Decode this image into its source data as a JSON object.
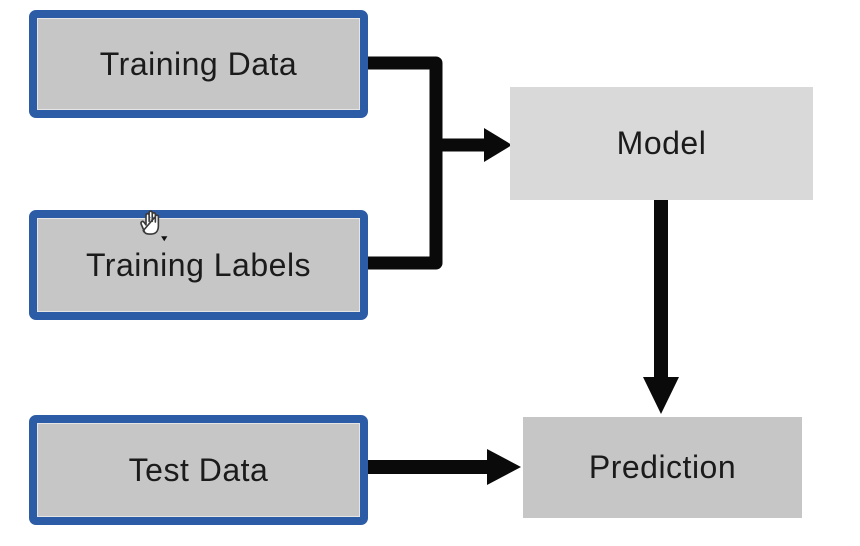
{
  "diagram": {
    "boxes": {
      "training_data": {
        "label": "Training Data"
      },
      "training_labels": {
        "label": "Training Labels"
      },
      "test_data": {
        "label": "Test Data"
      },
      "model": {
        "label": "Model"
      },
      "prediction": {
        "label": "Prediction"
      }
    },
    "edges": [
      {
        "from": "training_data",
        "to": "model"
      },
      {
        "from": "training_labels",
        "to": "model"
      },
      {
        "from": "model",
        "to": "prediction"
      },
      {
        "from": "test_data",
        "to": "prediction"
      }
    ],
    "cursor": {
      "type": "hand-grab-cursor",
      "position": "over-training-labels-top-border"
    }
  },
  "colors": {
    "background": "#ffffff",
    "box_border": "#2d5ca6",
    "box_fill": "#c6c6c6",
    "model_fill": "#d9d9d9",
    "prediction_fill": "#c6c6c6",
    "arrow": "#0a0a0a",
    "text": "#1b1b1b"
  }
}
